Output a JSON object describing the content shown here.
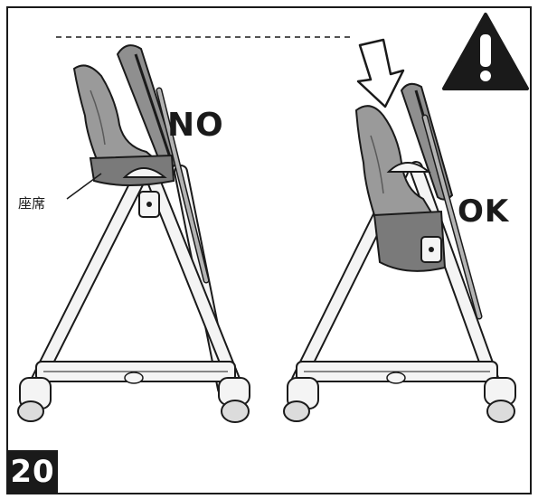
{
  "step_number": "20",
  "labels": {
    "no": "NO",
    "ok": "OK",
    "seat": "座席"
  },
  "icons": {
    "warning": "warning-triangle-icon",
    "arrow": "arrow-down-icon"
  },
  "colors": {
    "ink": "#1a1a1a",
    "seat_fill": "#9a9a9a",
    "seat_dark": "#6e6e6e",
    "frame_fill": "#f4f4f4"
  }
}
